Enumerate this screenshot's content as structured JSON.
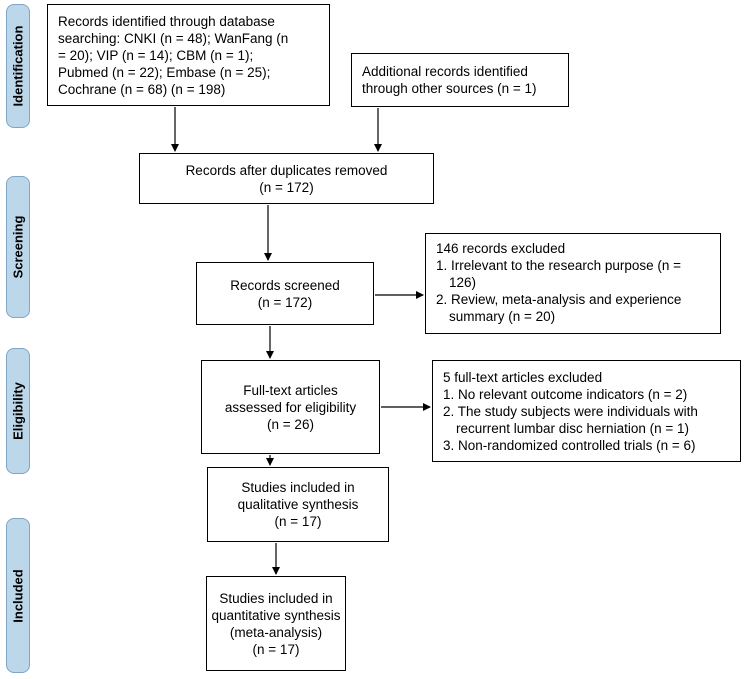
{
  "stages": [
    "Identification",
    "Screening",
    "Eligibility",
    "Included"
  ],
  "identification": {
    "database_lines": [
      "Records identified through database",
      "searching: CNKI (n = 48); WanFang (n",
      "= 20); VIP (n = 14); CBM (n = 1);",
      "Pubmed (n = 22); Embase (n = 25);",
      "Cochrane (n = 68) (n = 198)"
    ],
    "other_lines": [
      "Additional records identified",
      "through other sources (n = 1)"
    ]
  },
  "duplicates_removed": {
    "lines": [
      "Records after duplicates removed",
      "(n = 172)"
    ]
  },
  "screened": {
    "lines": [
      "Records screened",
      "(n = 172)"
    ]
  },
  "screen_excluded": {
    "lines": [
      "146 records excluded",
      "1. Irrelevant to the research purpose (n =",
      "126)",
      "2. Review, meta-analysis and experience",
      "summary (n = 20)"
    ]
  },
  "eligibility": {
    "lines": [
      "Full-text articles",
      "assessed for eligibility",
      "(n = 26)"
    ]
  },
  "fulltext_excluded": {
    "lines": [
      "5 full-text articles excluded",
      "1. No relevant outcome indicators (n = 2)",
      "2. The study subjects were individuals with",
      "recurrent lumbar disc herniation (n = 1)",
      "3. Non-randomized controlled trials (n = 6)"
    ]
  },
  "qualitative": {
    "lines": [
      "Studies included in",
      "qualitative synthesis",
      "(n = 17)"
    ]
  },
  "quantitative": {
    "lines": [
      "Studies included in",
      "quantitative synthesis",
      "(meta-analysis)",
      "(n = 17)"
    ]
  },
  "colors": {
    "stage_fill": "#bcd6ea",
    "stage_border": "#7fa6c6",
    "box_border": "#000000"
  }
}
